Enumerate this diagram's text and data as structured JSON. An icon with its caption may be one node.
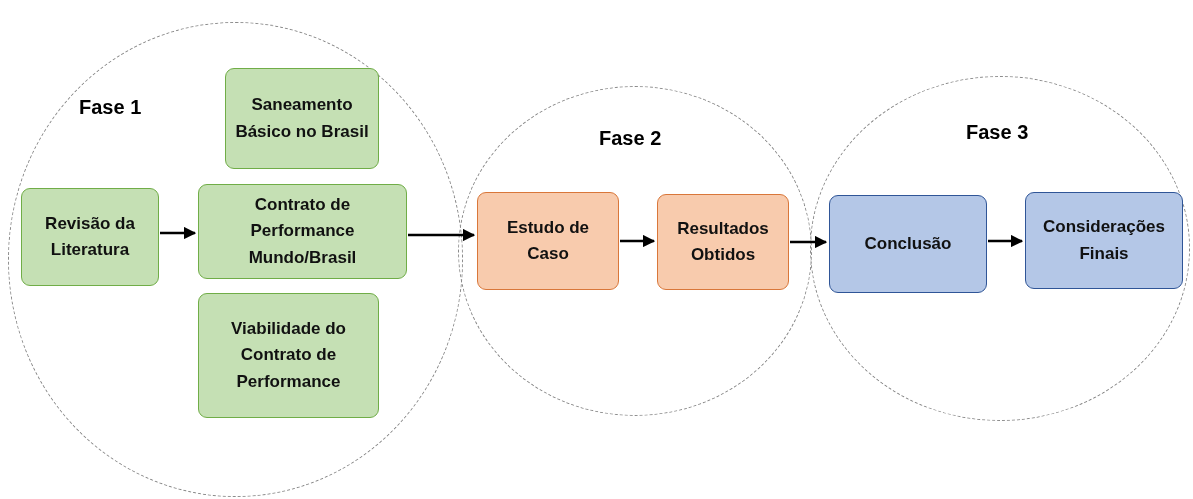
{
  "diagram": {
    "nodes": [
      {
        "text": [
          "Fase 1"
        ]
      },
      {
        "text": [
          "Revisão da Literatura"
        ],
        "in": 0
      },
      {
        "text": [
          "Saneamento Básico no Brasil"
        ],
        "in": 0
      },
      {
        "text": [
          "Contrato de Performance Mundo/Brasil"
        ],
        "in": 0
      },
      {
        "text": [
          "Viabilidade do Contrato de Performance"
        ],
        "in": 0
      },
      {
        "text": [
          "Fase 2"
        ]
      },
      {
        "text": [
          "Estudo de Caso"
        ],
        "in": 5
      },
      {
        "text": [
          "Resultados Obtidos"
        ],
        "in": 5
      },
      {
        "text": [
          "Fase 3"
        ]
      },
      {
        "text": [
          "Conclusão"
        ],
        "in": 8
      },
      {
        "text": [
          "Considerações Finais"
        ],
        "in": 8
      }
    ],
    "edges": [
      {
        "from": 1,
        "to": 3,
        "arrow": "to"
      },
      {
        "from": 3,
        "to": 6,
        "arrow": "to"
      },
      {
        "from": 6,
        "to": 7,
        "arrow": "to"
      },
      {
        "from": 7,
        "to": 9,
        "arrow": "to"
      },
      {
        "from": 9,
        "to": 10,
        "arrow": "to"
      }
    ]
  }
}
